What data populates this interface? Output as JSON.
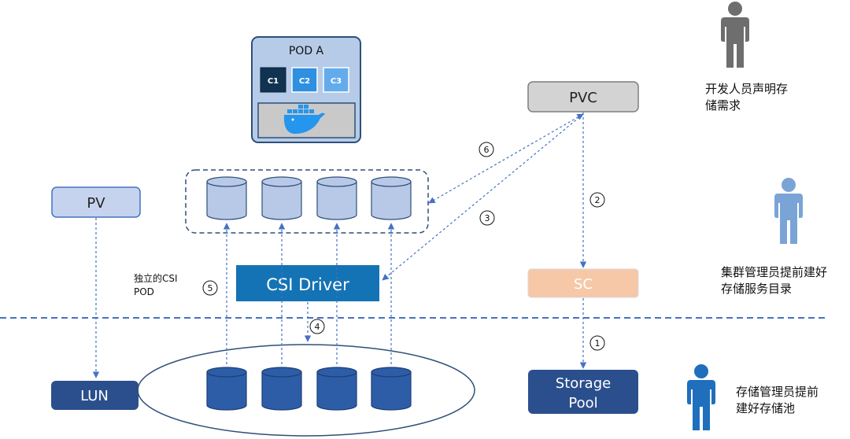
{
  "pod": {
    "title": "POD A",
    "containers": [
      "C1",
      "C2",
      "C3"
    ]
  },
  "boxes": {
    "pvc": "PVC",
    "pv": "PV",
    "csi": "CSI Driver",
    "sc": "SC",
    "lun": "LUN",
    "storage_pool_line1": "Storage",
    "storage_pool_line2": "Pool"
  },
  "steps": {
    "s1": "1",
    "s2": "2",
    "s3": "3",
    "s4": "4",
    "s5": "5",
    "s6": "6"
  },
  "csi_pod_label": {
    "line1": "独立的CSI",
    "line2": "POD"
  },
  "roles": {
    "developer": {
      "line1": "开发人员声明存",
      "line2": "储需求",
      "color": "#6e6e6e"
    },
    "cluster_admin": {
      "line1": "集群管理员提前建好",
      "line2": "存储服务目录",
      "color": "#7ba4d6"
    },
    "storage_admin": {
      "line1": "存储管理员提前",
      "line2": "建好存储池",
      "color": "#1f6fbd"
    }
  },
  "colors": {
    "dashed_line": "#4472c4",
    "pvc_fill": "#d3d3d3",
    "pv_fill": "#c5d3ee",
    "csi_fill": "#1473b4",
    "sc_fill": "#f6c8a8",
    "lun_fill": "#2b4f8c",
    "pool_fill": "#2b4f8c",
    "pod_fill": "#b5cbe8",
    "pod_border": "#2f4f78",
    "c1_fill": "#0f3350",
    "c2_fill": "#2f8fe0",
    "c3_fill": "#62acec",
    "cylinder_light": "#b8c9e8",
    "cylinder_dark": "#2e5da8"
  }
}
